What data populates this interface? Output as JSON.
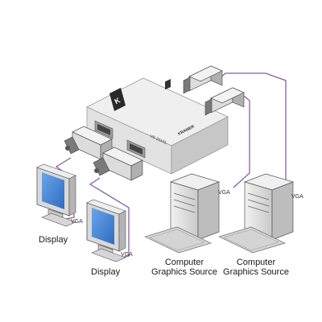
{
  "labels": {
    "display_1": "Display",
    "display_2": "Display",
    "source_1_line1": "Computer",
    "source_1_line2": "Graphics Source",
    "source_2_line1": "Computer",
    "source_2_line2": "Graphics Source",
    "vga_display_1": "VGA",
    "vga_display_2": "VGA",
    "vga_source_1": "VGA",
    "vga_source_2": "VGA"
  },
  "device": {
    "logo_text": "K",
    "model_text": "VS-211XL",
    "brand_text": "KRAMER"
  },
  "colors": {
    "cable": "#8a5ca8",
    "device_body": "#e7e7e7",
    "device_shadow": "#bdbdbd",
    "screen": "#3c7fd1",
    "monitor_body": "#d9d9d9",
    "tower": "#dedede"
  }
}
